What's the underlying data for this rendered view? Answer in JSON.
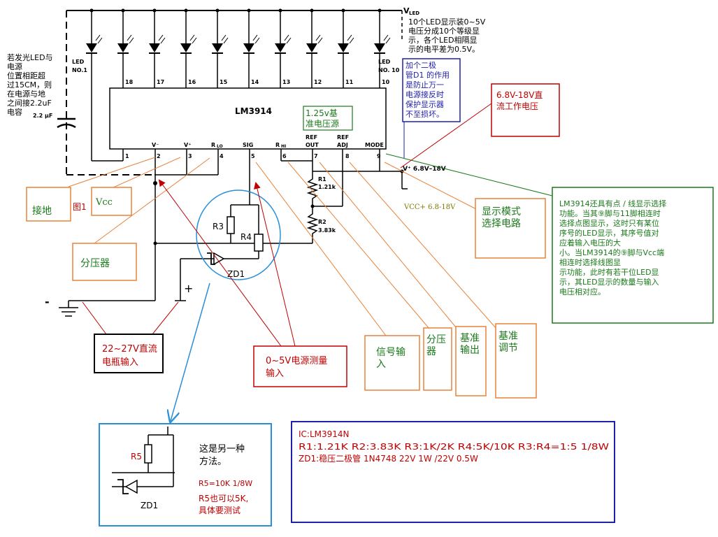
{
  "chip": {
    "name": "LM3914"
  },
  "supply": {
    "vled": "V",
    "vled_sub": "LED",
    "vplus_range": "V⁺ 6.8V–18V"
  },
  "led_labels": {
    "first": [
      "LED",
      "NO.1"
    ],
    "last": [
      "LED",
      "NO. 10"
    ]
  },
  "led_pins": [
    "18",
    "17",
    "16",
    "15",
    "14",
    "13",
    "12",
    "11",
    "10"
  ],
  "bottom_pins": {
    "names": [
      "V⁻",
      "V⁺",
      "R",
      "SIG",
      "R",
      "REF",
      "REF",
      "MODE"
    ],
    "name_subs": [
      "",
      "",
      "LO",
      "",
      "HI",
      "OUT",
      "ADJ",
      ""
    ],
    "numbers": [
      "1",
      "2",
      "3",
      "4",
      "5",
      "6",
      "7",
      "8",
      "9"
    ]
  },
  "components": {
    "cap": "2.2 μF",
    "r1": [
      "R1",
      "1.21k"
    ],
    "r2": [
      "R2",
      "3.83k"
    ],
    "r3": "R3",
    "r4": "R4",
    "zd1": "ZD1",
    "r5": "R5",
    "zd1_alt": "ZD1",
    "minus": "-",
    "plus": "+"
  },
  "notes": {
    "led_desc": [
      "10个LED显示装0~5V",
      "电压分成10个等级显",
      "示，各个LED相隔显",
      "示的电平差为0.5V。"
    ],
    "cap_note": [
      "若发光LED与",
      "电源",
      "位置相距超",
      "过15CM，则",
      "在电源与地",
      "之间接2.2uF",
      "电容"
    ],
    "diode_note": [
      "加个二极",
      "管D1 的作用",
      "是防止万一",
      "电源接反时",
      "保护显示器",
      "不至损坏。"
    ],
    "ref_box": [
      "1.25v基",
      "准电压源"
    ],
    "supply_box": [
      "6.8V-18V直",
      "流工作电压"
    ],
    "vcc_label": "VCC+ 6.8-18V",
    "mode_box": [
      "LM3914还具有点 / 线显示选择",
      "功能。当其⑨脚与11脚相连时",
      "选择点图显示，这时只有某位",
      "序号的LED显示，其序号值对",
      "应着输入电压的大",
      "小。当LM3914的⑨脚与Vcc端",
      "相连时选择线图显",
      "示功能，此时有若干位LED显",
      "示，其LED显示的数量与输入",
      "电压相对应。"
    ],
    "ground_box": "接地",
    "fig_label": "图1",
    "vcc_box": "Vcc",
    "divider_box": "分压器",
    "battery_box": [
      "22~27V直流",
      "电瓶输入"
    ],
    "meas_box": [
      "0~5V电源测量",
      "输入"
    ],
    "signal_box": [
      "信号输",
      "入"
    ],
    "divider2_box": [
      "分压",
      "器"
    ],
    "refout_box": [
      "基准",
      "输出"
    ],
    "refadj_box": [
      "基准",
      "调节"
    ],
    "modecirc_box": [
      "显示模式",
      "选择电路"
    ],
    "alt_text": [
      "这是另一种",
      "方法。"
    ],
    "alt_r5": "R5=10K 1/8W",
    "alt_note": [
      "R5也可以5K,",
      "具体要测试"
    ],
    "parts": [
      "IC:LM3914N",
      "R1:1.21K  R2:3.83K  R3:1K/2K  R4:5K/10K  R3:R4=1:5 1/8W",
      "ZD1:稳压二极管 1N4748  22V  1W /22V 0.5W"
    ]
  },
  "colors": {
    "orange": "#e8823a",
    "red": "#c00000",
    "green": "#1a7a1a",
    "blue": "#1f1faa",
    "cyan": "#2a8fd6",
    "olive": "#7a7a00"
  }
}
